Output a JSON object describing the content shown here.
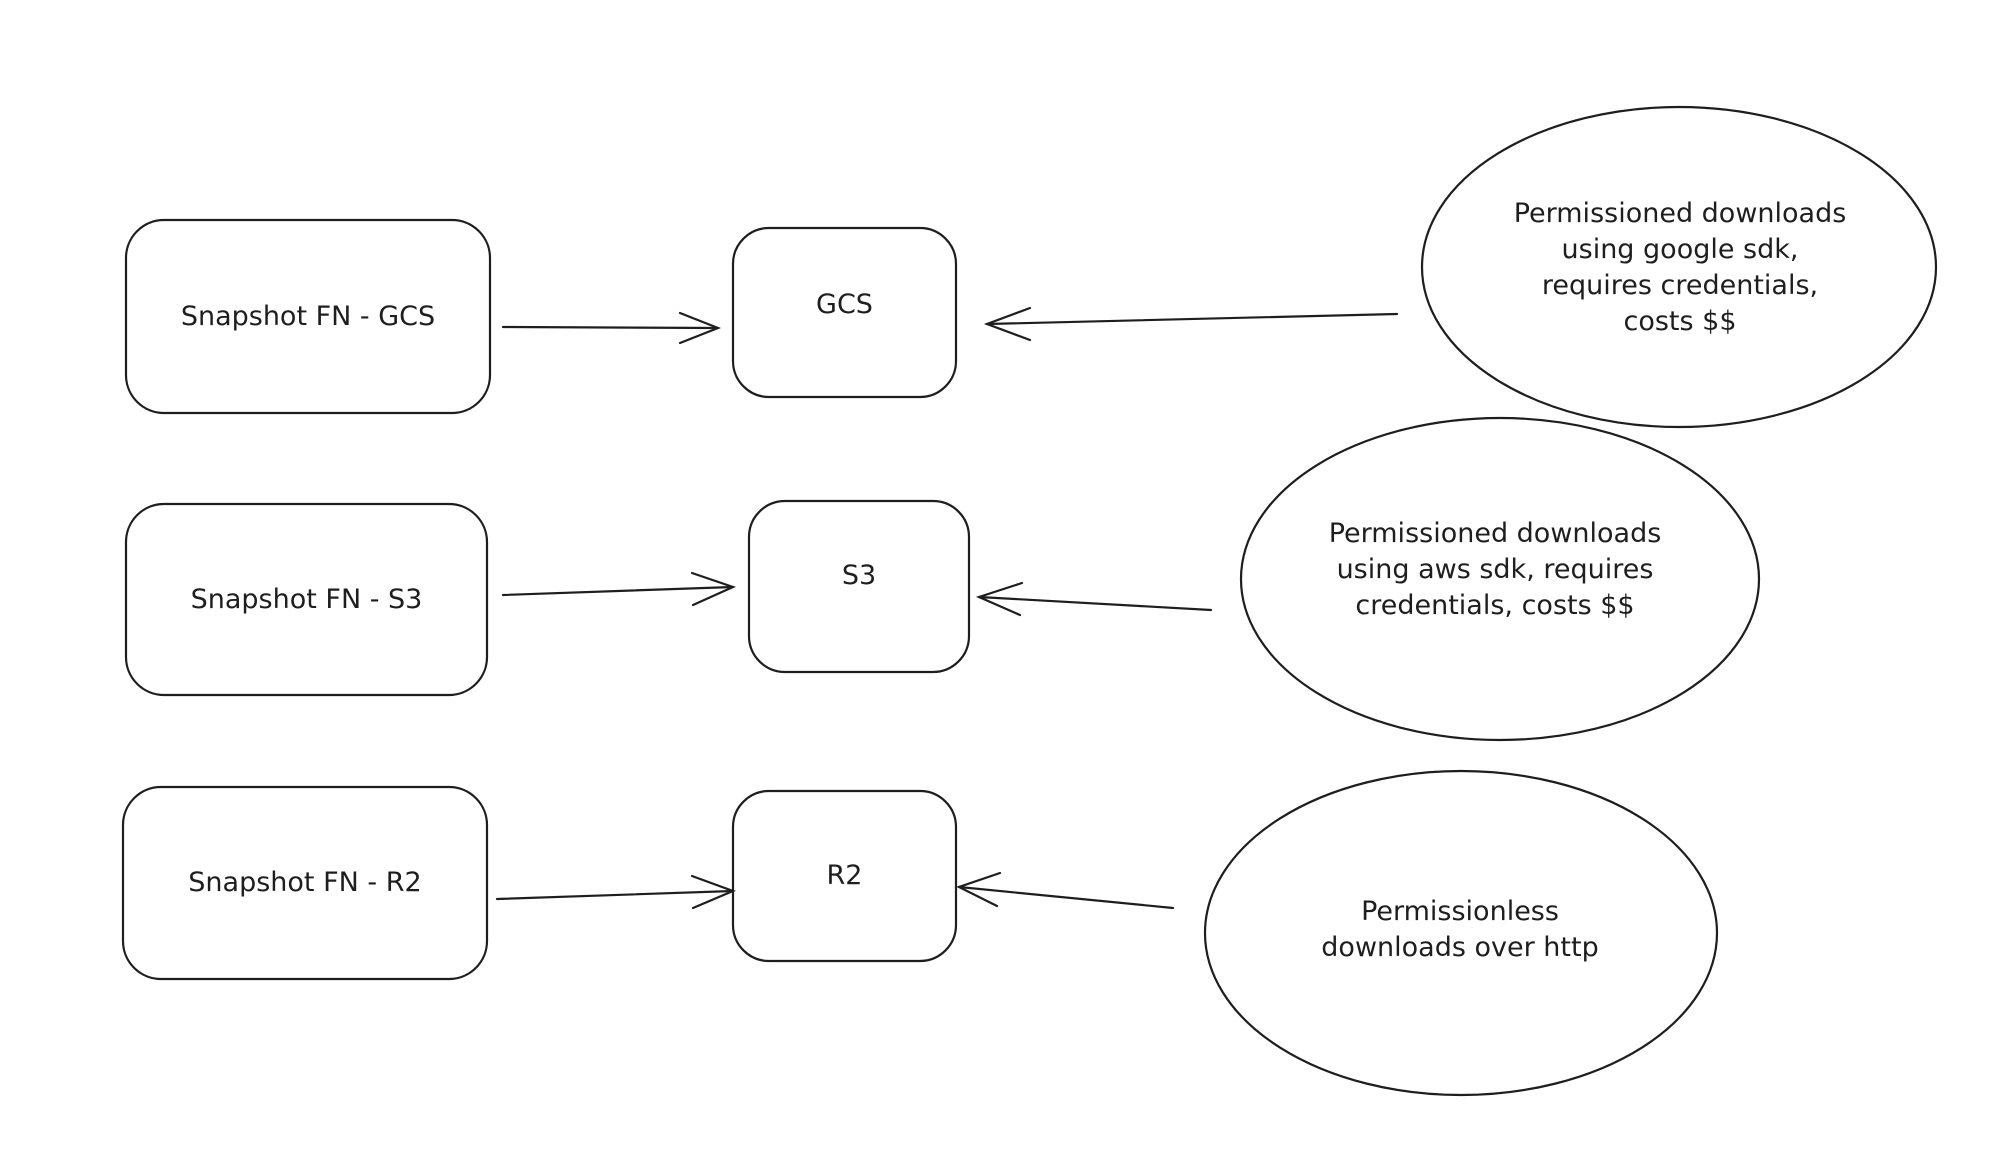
{
  "diagram": {
    "stroke_color": "#1e1e1e",
    "background": "#ffffff",
    "rows": [
      {
        "source": "Snapshot FN - GCS",
        "storage": "GCS",
        "note": "Permissioned downloads\nusing google sdk,\nrequires credentials,\ncosts $$"
      },
      {
        "source": "Snapshot FN - S3",
        "storage": "S3",
        "note": "Permissioned downloads\nusing aws sdk, requires\ncredentials, costs $$"
      },
      {
        "source": "Snapshot FN - R2",
        "storage": "R2",
        "note": "Permissionless\ndownloads over http"
      }
    ]
  }
}
